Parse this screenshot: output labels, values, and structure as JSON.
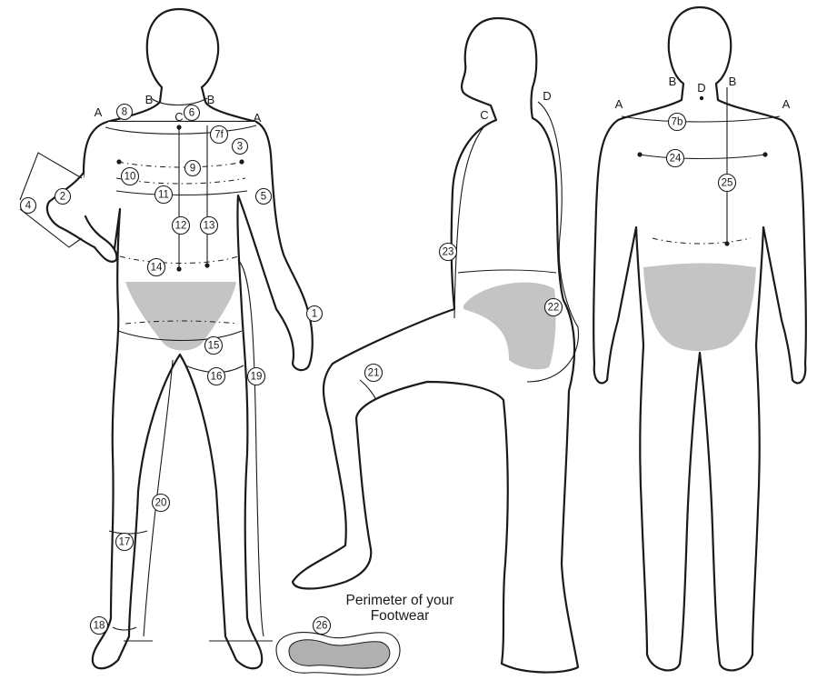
{
  "figures": {
    "front": {
      "points": [
        "A",
        "B",
        "B",
        "A",
        "C"
      ],
      "markers": [
        "1",
        "2",
        "3",
        "4",
        "5",
        "6",
        "7f",
        "8",
        "9",
        "10",
        "11",
        "12",
        "13",
        "14",
        "15",
        "16",
        "17",
        "18",
        "19",
        "20"
      ]
    },
    "side": {
      "points": [
        "C",
        "D"
      ],
      "markers": [
        "21",
        "22",
        "23"
      ]
    },
    "back": {
      "points": [
        "A",
        "B",
        "D",
        "B",
        "A"
      ],
      "markers": [
        "7b",
        "24",
        "25"
      ]
    },
    "footwear": {
      "marker": "26",
      "caption_line1": "Perimeter of your",
      "caption_line2": "Footwear"
    }
  },
  "colors": {
    "outline": "#1a1a1a",
    "brief": "#c4c4c4",
    "background": "#ffffff"
  }
}
